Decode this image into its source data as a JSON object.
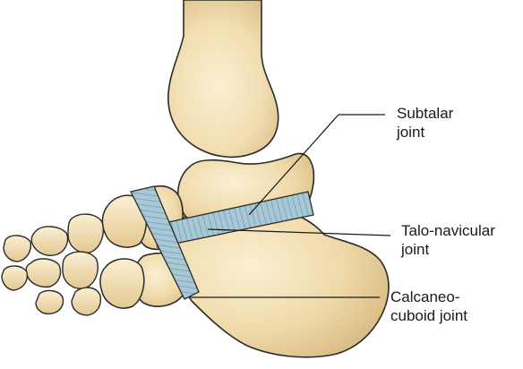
{
  "labels": {
    "subtalar": [
      "Subtalar",
      "joint"
    ],
    "talonavicular": [
      "Talo-navicular",
      "joint"
    ],
    "calcaneocuboid": [
      "Calcaneo-",
      "cuboid joint"
    ]
  },
  "colors": {
    "bone_fill": "#f1ddb0",
    "bone_shade": "#dcc08a",
    "bone_highlight": "#fbf0d4",
    "outline": "#2b2b2b",
    "joint_fill": "#a9c8d6",
    "joint_line": "#6f97a8",
    "leader": "#1a1a1a"
  }
}
